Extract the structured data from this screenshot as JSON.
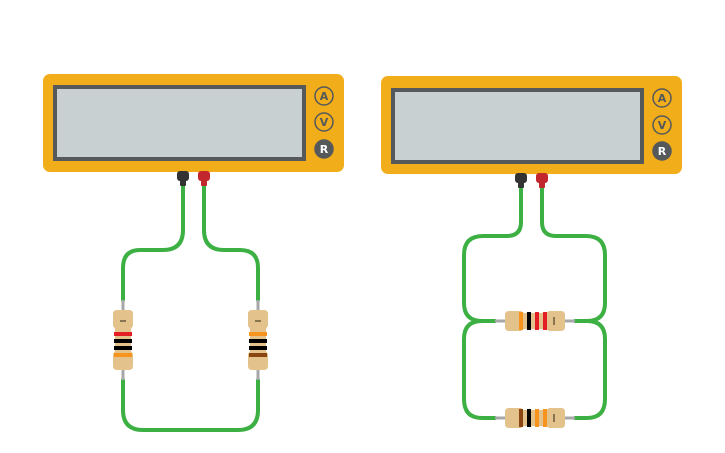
{
  "colors": {
    "meter_body": "#f2ad1a",
    "screen_bg": "#c8d0d2",
    "screen_border": "#55595a",
    "wire": "#3cb043",
    "probe_black": "#333333",
    "probe_red": "#c1272d",
    "resistor_body": "#e3c38b",
    "lead": "#a7a7a7"
  },
  "meters": [
    {
      "name": "multimeter-left",
      "display": "",
      "modes": [
        {
          "label": "A",
          "active": false
        },
        {
          "label": "V",
          "active": false
        },
        {
          "label": "R",
          "active": true
        }
      ]
    },
    {
      "name": "multimeter-right",
      "display": "",
      "modes": [
        {
          "label": "A",
          "active": false
        },
        {
          "label": "V",
          "active": false
        },
        {
          "label": "R",
          "active": true
        }
      ]
    }
  ],
  "circuits": [
    {
      "name": "series-circuit",
      "resistors": [
        {
          "orientation": "vertical",
          "bands": [
            "#e31e24",
            "#000000",
            "#000000",
            "#f7941d"
          ]
        },
        {
          "orientation": "vertical",
          "bands": [
            "#f7941d",
            "#000000",
            "#000000",
            "#8b4513"
          ]
        }
      ]
    },
    {
      "name": "parallel-circuit",
      "resistors": [
        {
          "orientation": "horizontal",
          "bands": [
            "#f7941d",
            "#000000",
            "#e31e24",
            "#e31e24"
          ]
        },
        {
          "orientation": "horizontal",
          "bands": [
            "#8b4513",
            "#000000",
            "#f7941d",
            "#f7941d"
          ]
        }
      ]
    }
  ]
}
